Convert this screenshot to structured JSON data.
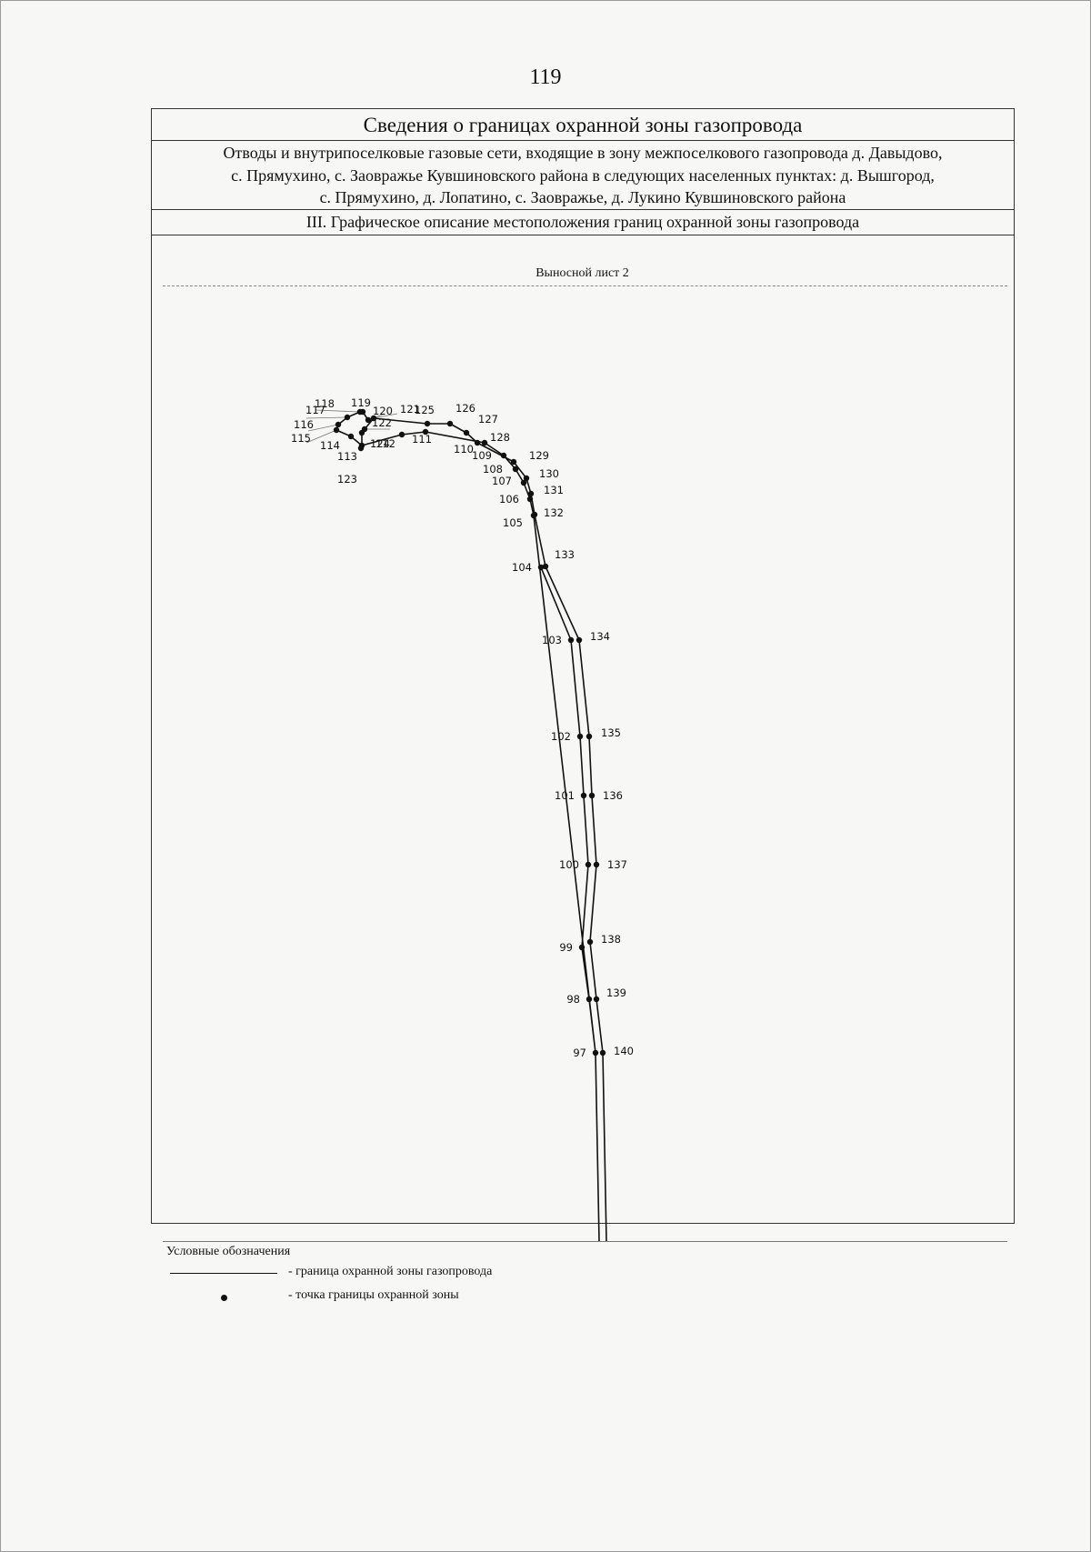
{
  "page_number": "119",
  "header": {
    "title": "Сведения о границах охранной зоны газопровода",
    "description_lines": [
      "Отводы и внутрипоселковые газовые сети, входящие в зону межпоселкового газопровода д. Давыдово,",
      "с. Прямухино, с. Заовражье Кувшиновского района в следующих населенных пунктах: д. Вышгород,",
      "с. Прямухино, д. Лопатино, с. Заовражье, д. Лукино Кувшиновского района"
    ],
    "section": "III. Графическое описание местоположения границ охранной зоны газопровода"
  },
  "map": {
    "sheet_title": "Выносной лист 2",
    "boundary_color": "#111111",
    "point_labels": [
      "97",
      "98",
      "99",
      "100",
      "101",
      "102",
      "103",
      "104",
      "105",
      "106",
      "107",
      "108",
      "109",
      "110",
      "111",
      "112",
      "113",
      "114",
      "115",
      "116",
      "117",
      "118",
      "119",
      "120",
      "121",
      "122",
      "123",
      "124",
      "125",
      "126",
      "127",
      "128",
      "129",
      "130",
      "131",
      "132",
      "133",
      "134",
      "135",
      "136",
      "137",
      "138",
      "139",
      "140"
    ]
  },
  "legend": {
    "title": "Условные обозначения",
    "items": [
      {
        "symbol": "line",
        "label": "- граница охранной зоны газопровода"
      },
      {
        "symbol": "point",
        "label": "- точка границы охранной зоны"
      }
    ]
  }
}
